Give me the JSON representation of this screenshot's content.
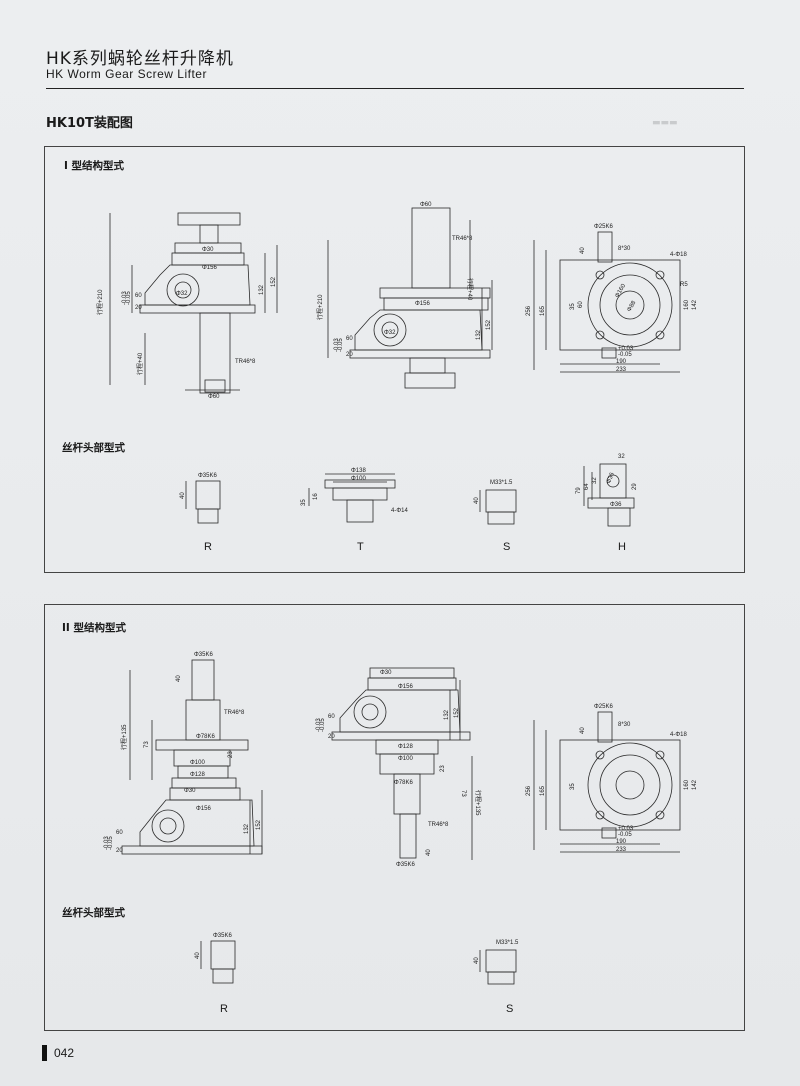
{
  "header": {
    "title_cn": "HK系列蜗轮丝杆升降机",
    "title_en": "HK Worm Gear Screw Lifter",
    "subtitle": "HK10T装配图"
  },
  "section1": {
    "label": "I 型结构型式",
    "screw_head_label": "丝杆头部型式",
    "heads": [
      "R",
      "T",
      "S",
      "H"
    ],
    "upright": {
      "dims": [
        "Φ30",
        "Φ156",
        "Φ32",
        "行程+210",
        "-0.03",
        "-0.05",
        "60",
        "20",
        "132",
        "152",
        "行程+40",
        "TR46*8",
        "Φ60"
      ]
    },
    "inverted": {
      "dims": [
        "Φ60",
        "TR46*8",
        "行程+40",
        "行程+210",
        "Φ156",
        "Φ32",
        "-0.03",
        "-0.05",
        "60",
        "20",
        "132",
        "152"
      ]
    },
    "top_view": {
      "dims": [
        "Φ25K6",
        "8*30",
        "4-Φ18",
        "40",
        "165",
        "256",
        "35",
        "+0.03",
        "-0.05",
        "190",
        "233",
        "Φ160",
        "Φ88",
        "60",
        "160",
        "142",
        "R5"
      ]
    },
    "head_dims": {
      "R": [
        "Φ35K6",
        "40"
      ],
      "T": [
        "Φ138",
        "Φ100",
        "35",
        "16",
        "4-Φ14"
      ],
      "S": [
        "M33*1.5",
        "40"
      ],
      "H": [
        "32",
        "79",
        "64",
        "32",
        "Φ36",
        "29",
        "Φ36"
      ]
    }
  },
  "section2": {
    "label": "II 型结构型式",
    "screw_head_label": "丝杆头部型式",
    "heads": [
      "R",
      "S"
    ],
    "upright": {
      "dims": [
        "Φ35K6",
        "40",
        "行程+135",
        "TR46*8",
        "Φ78K6",
        "73",
        "Φ100",
        "Φ128",
        "Φ30",
        "Φ156",
        "23",
        "132",
        "152",
        "-0.03",
        "-0.05",
        "60",
        "20"
      ]
    },
    "inverted": {
      "dims": [
        "Φ30",
        "Φ156",
        "132",
        "152",
        "-0.03",
        "-0.05",
        "60",
        "20",
        "Φ128",
        "Φ100",
        "23",
        "Φ78K6",
        "73",
        "行程+135",
        "TR46*8",
        "40",
        "Φ35K6"
      ]
    },
    "top_view": {
      "dims": [
        "Φ25K6",
        "8*30",
        "4-Φ18",
        "40",
        "256",
        "165",
        "35",
        "+0.03",
        "-0.05",
        "190",
        "233",
        "160",
        "142"
      ]
    },
    "head_dims": {
      "R": [
        "Φ35K6",
        "40"
      ],
      "S": [
        "M33*1.5",
        "40"
      ]
    }
  },
  "footer": {
    "page_number": "042"
  },
  "colors": {
    "line": "#2a2a2a",
    "paper": "#e8eaec",
    "ghost": "#c9cbcd"
  }
}
